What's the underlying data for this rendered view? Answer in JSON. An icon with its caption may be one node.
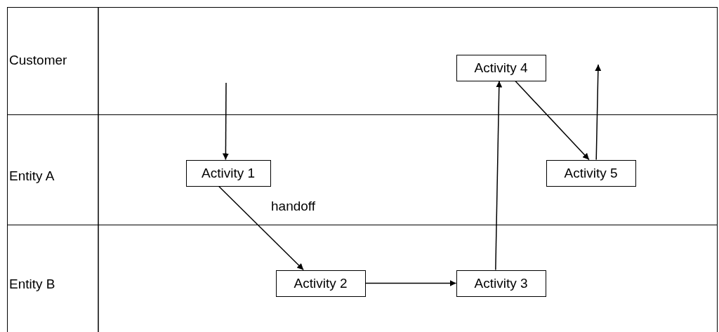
{
  "diagram": {
    "nodes": [
      {
        "text": [
          "Customer"
        ]
      },
      {
        "text": [
          "Entity A"
        ]
      },
      {
        "text": [
          "Entity B"
        ]
      },
      {
        "text": [
          "Activity 4"
        ],
        "in": 0
      },
      {
        "text": [
          "Activity 1"
        ],
        "in": 1
      },
      {
        "text": [
          "Activity 5"
        ],
        "in": 1
      },
      {
        "text": [
          "Activity 2"
        ],
        "in": 2
      },
      {
        "text": [
          "Activity 3"
        ],
        "in": 2
      }
    ],
    "edges": [
      {
        "from": null,
        "to": 4,
        "arrow": "to"
      },
      {
        "from": 4,
        "to": 6,
        "arrow": "to",
        "label": "handoff"
      },
      {
        "from": 6,
        "to": 7,
        "arrow": "to"
      },
      {
        "from": 7,
        "to": 3,
        "arrow": "to"
      },
      {
        "from": 3,
        "to": 5,
        "arrow": "to"
      },
      {
        "from": 5,
        "to": null,
        "arrow": "to"
      }
    ]
  }
}
